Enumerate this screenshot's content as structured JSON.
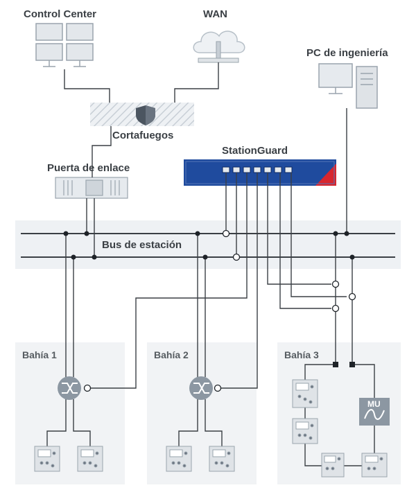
{
  "labels": {
    "control_center": "Control Center",
    "wan": "WAN",
    "pc_ingenieria": "PC de ingeniería",
    "cortafuegos": "Cortafuegos",
    "stationguard": "StationGuard",
    "puerta_enlace": "Puerta de enlace",
    "bus_estacion": "Bus de estación",
    "bahia1": "Bahía 1",
    "bahia2": "Bahía 2",
    "bahia3": "Bahía 3",
    "mu": "MU"
  },
  "colors": {
    "line": "#3a3f44",
    "device_gray": "#dfe3e7",
    "device_stroke": "#9aa4ad",
    "stationguard_blue": "#1f4b9e",
    "stationguard_red": "#d7262e",
    "bus_band": "#eef1f4",
    "bay_panel": "#f1f3f5",
    "switch_gray": "#8c97a2"
  }
}
